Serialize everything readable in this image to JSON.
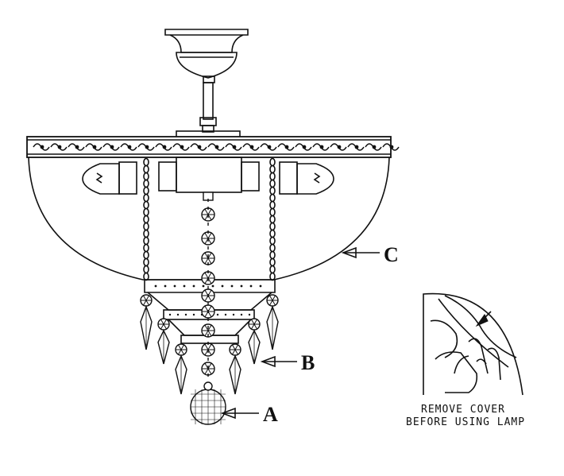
{
  "callouts": {
    "a": "A",
    "b": "B",
    "c": "C"
  },
  "note": {
    "line1": "REMOVE COVER",
    "line2": "BEFORE USING LAMP"
  },
  "colors": {
    "ink": "#111111",
    "paper": "#ffffff"
  }
}
